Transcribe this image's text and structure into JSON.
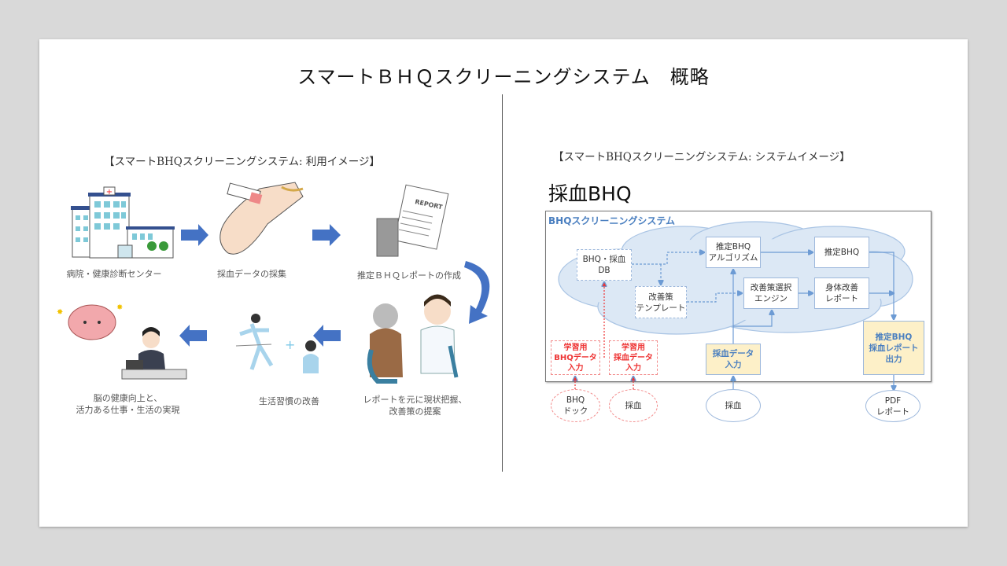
{
  "slide_title": "スマートＢＨＱスクリーニングシステム　概略",
  "left": {
    "caption": "【スマートBHQスクリーニングシステム: 利用イメージ】",
    "report_stamp": "REPORT",
    "steps": [
      {
        "label": "病院・健康診断センター"
      },
      {
        "label": "採血データの採集"
      },
      {
        "label": "推定ＢＨＱレポートの作成"
      },
      {
        "label_lines": [
          "レポートを元に現状把握、",
          "改善策の提案"
        ]
      },
      {
        "label": "生活習慣の改善"
      },
      {
        "label_lines": [
          "脳の健康向上と、",
          "活力ある仕事・生活の実現"
        ]
      }
    ],
    "arrow_color": "#4472c4"
  },
  "right": {
    "caption": "【スマートBHQスクリーニングシステム: システムイメージ】",
    "heading": "採血BHQ",
    "system_title": "BHQスクリーニングシステム",
    "boxes": {
      "db": [
        "BHQ・採血",
        "DB"
      ],
      "template": [
        "改善策",
        "テンプレート"
      ],
      "algorithm": [
        "推定BHQ",
        "アルゴリズム"
      ],
      "estimated": [
        "推定BHQ"
      ],
      "engine": [
        "改善策選択",
        "エンジン"
      ],
      "body_report": [
        "身体改善",
        "レポート"
      ],
      "learn_bhq": [
        "学習用",
        "BHQデータ",
        "入力"
      ],
      "learn_blood": [
        "学習用",
        "採血データ",
        "入力"
      ],
      "blood_input": [
        "採血データ",
        "入力"
      ],
      "output": [
        "推定BHQ",
        "採血レポート",
        "出力"
      ]
    },
    "sources": {
      "bhq_dock": [
        "BHQ",
        "ドック"
      ],
      "blood_red": [
        "採血"
      ],
      "blood_blue": [
        "採血"
      ],
      "pdf": [
        "PDF",
        "レポート"
      ]
    },
    "colors": {
      "blue": "#4a7fc0",
      "red": "#e33333",
      "cloud": "#dce8f5",
      "yellow": "#fdf0c8"
    }
  }
}
